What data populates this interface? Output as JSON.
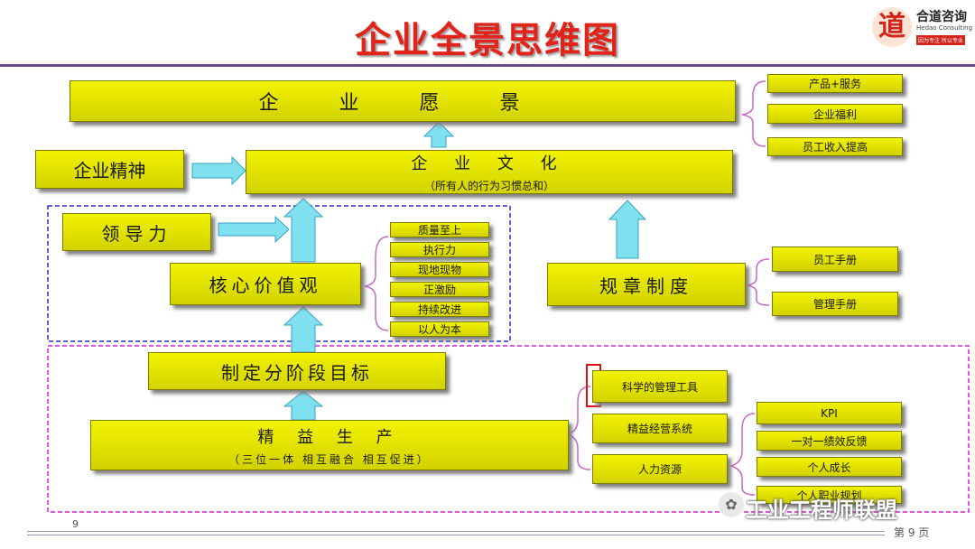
{
  "title": "企业全景思维图",
  "logo": {
    "mark": "道",
    "name": "合道咨询",
    "en": "Hedao Consulting",
    "slogan": "因为专注 所以专业"
  },
  "vision": "企 业 愿 景",
  "vision_items": [
    "产品+服务",
    "企业福利",
    "员工收入提高"
  ],
  "spirit": "企业精神",
  "culture": {
    "title": "企 业 文 化",
    "subtitle": "（所有人的行为习惯总和）"
  },
  "leadership": "领导力",
  "core_values": "核心价值观",
  "value_items": [
    "质量至上",
    "执行力",
    "现地现物",
    "正激励",
    "持续改进",
    "以人为本"
  ],
  "rules": "规章制度",
  "rule_items": [
    "员工手册",
    "管理手册"
  ],
  "goals": "制定分阶段目标",
  "lean": {
    "title": "精 益 生 产",
    "subtitle": "（三位一体 相互融合 相互促进）"
  },
  "tools": [
    "科学的管理工具",
    "精益经营系统",
    "人力资源"
  ],
  "hr_items": [
    "KPI",
    "一对一绩效反馈",
    "个人成长",
    "个人职业规划"
  ],
  "watermark": "工业工程师联盟",
  "page_num": "9",
  "page_label": "第 9 页",
  "colors": {
    "box": "#e6e600",
    "arrow": "#7fe0f0",
    "blue_dash": "#2b2bd6",
    "pink_dash": "#d020d0",
    "title": "#e2231a"
  }
}
